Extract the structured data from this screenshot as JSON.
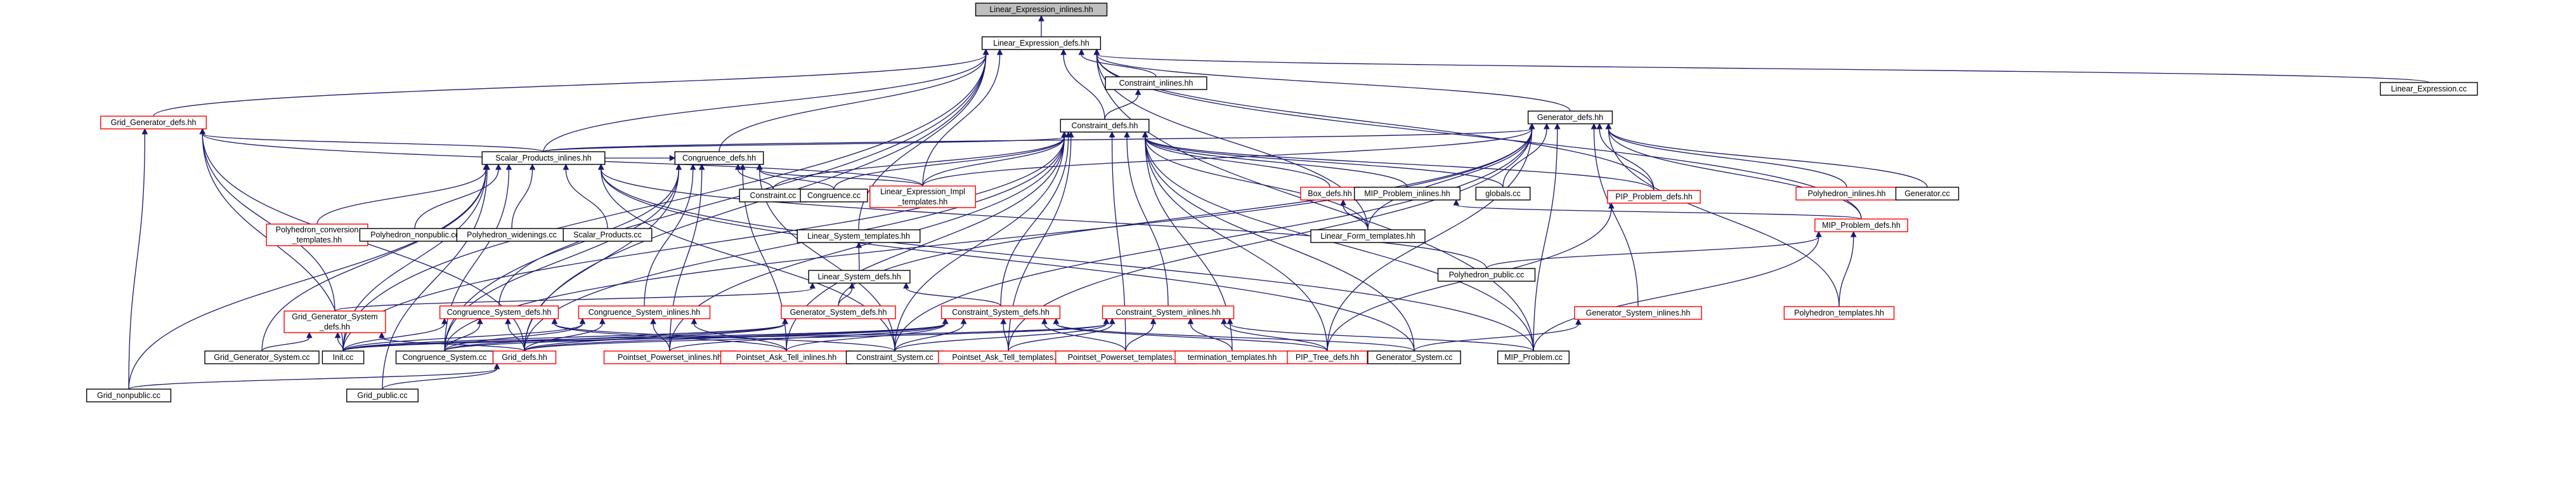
{
  "diagram": {
    "nodes": [
      {
        "id": "lei",
        "label": "Linear_Expression_inlines.hh",
        "style": "root"
      },
      {
        "id": "led",
        "label": "Linear_Expression_defs.hh",
        "style": "black"
      },
      {
        "id": "lecc",
        "label": "Linear_Expression.cc",
        "style": "black"
      },
      {
        "id": "ci",
        "label": "Constraint_inlines.hh",
        "style": "black"
      },
      {
        "id": "ggd",
        "label": "Grid_Generator_defs.hh",
        "style": "red"
      },
      {
        "id": "cgd",
        "label": "Congruence_defs.hh",
        "style": "black"
      },
      {
        "id": "cd",
        "label": "Constraint_defs.hh",
        "style": "black"
      },
      {
        "id": "gd",
        "label": "Generator_defs.hh",
        "style": "black"
      },
      {
        "id": "spi",
        "label": "Scalar_Products_inlines.hh",
        "style": "black"
      },
      {
        "id": "ccc",
        "label": "Constraint.cc",
        "style": "black"
      },
      {
        "id": "cgcc",
        "label": "Congruence.cc",
        "style": "black"
      },
      {
        "id": "leit",
        "label": "Linear_Expression_Impl\n_templates.hh",
        "style": "red"
      },
      {
        "id": "boxd",
        "label": "Box_defs.hh",
        "style": "red"
      },
      {
        "id": "mipi",
        "label": "MIP_Problem_inlines.hh",
        "style": "black"
      },
      {
        "id": "glob",
        "label": "globals.cc",
        "style": "black"
      },
      {
        "id": "pipd",
        "label": "PIP_Problem_defs.hh",
        "style": "red"
      },
      {
        "id": "phi",
        "label": "Polyhedron_inlines.hh",
        "style": "red"
      },
      {
        "id": "gencc",
        "label": "Generator.cc",
        "style": "black"
      },
      {
        "id": "pct",
        "label": "Polyhedron_conversion\n_templates.hh",
        "style": "red"
      },
      {
        "id": "phnp",
        "label": "Polyhedron_nonpublic.cc",
        "style": "black"
      },
      {
        "id": "phw",
        "label": "Polyhedron_widenings.cc",
        "style": "black"
      },
      {
        "id": "spcc",
        "label": "Scalar_Products.cc",
        "style": "black"
      },
      {
        "id": "lst",
        "label": "Linear_System_templates.hh",
        "style": "black"
      },
      {
        "id": "lft",
        "label": "Linear_Form_templates.hh",
        "style": "black"
      },
      {
        "id": "mipd",
        "label": "MIP_Problem_defs.hh",
        "style": "red"
      },
      {
        "id": "lsd",
        "label": "Linear_System_defs.hh",
        "style": "black"
      },
      {
        "id": "php",
        "label": "Polyhedron_public.cc",
        "style": "black"
      },
      {
        "id": "gsi",
        "label": "Generator_System_inlines.hh",
        "style": "red"
      },
      {
        "id": "pht",
        "label": "Polyhedron_templates.hh",
        "style": "red"
      },
      {
        "id": "ggsd",
        "label": "Grid_Generator_System\n_defs.hh",
        "style": "red"
      },
      {
        "id": "cgsd",
        "label": "Congruence_System_defs.hh",
        "style": "red"
      },
      {
        "id": "cgsi",
        "label": "Congruence_System_inlines.hh",
        "style": "red"
      },
      {
        "id": "gsd",
        "label": "Generator_System_defs.hh",
        "style": "red"
      },
      {
        "id": "csd",
        "label": "Constraint_System_defs.hh",
        "style": "red"
      },
      {
        "id": "csi",
        "label": "Constraint_System_inlines.hh",
        "style": "red"
      },
      {
        "id": "ggscc",
        "label": "Grid_Generator_System.cc",
        "style": "black"
      },
      {
        "id": "initcc",
        "label": "Init.cc",
        "style": "black"
      },
      {
        "id": "cgscc",
        "label": "Congruence_System.cc",
        "style": "black"
      },
      {
        "id": "gridd",
        "label": "Grid_defs.hh",
        "style": "red"
      },
      {
        "id": "ppi",
        "label": "Pointset_Powerset_inlines.hh",
        "style": "red"
      },
      {
        "id": "pati",
        "label": "Pointset_Ask_Tell_inlines.hh",
        "style": "red"
      },
      {
        "id": "cscc",
        "label": "Constraint_System.cc",
        "style": "black"
      },
      {
        "id": "patt",
        "label": "Pointset_Ask_Tell_templates.hh",
        "style": "red"
      },
      {
        "id": "ppt",
        "label": "Pointset_Powerset_templates.hh",
        "style": "red"
      },
      {
        "id": "termt",
        "label": "termination_templates.hh",
        "style": "red"
      },
      {
        "id": "ptd",
        "label": "PIP_Tree_defs.hh",
        "style": "red"
      },
      {
        "id": "gscc",
        "label": "Generator_System.cc",
        "style": "black"
      },
      {
        "id": "mipcc",
        "label": "MIP_Problem.cc",
        "style": "black"
      },
      {
        "id": "gridnp",
        "label": "Grid_nonpublic.cc",
        "style": "black"
      },
      {
        "id": "gridp",
        "label": "Grid_public.cc",
        "style": "black"
      }
    ],
    "edges": [
      [
        "led",
        "lei"
      ],
      [
        "ci",
        "led"
      ],
      [
        "ggd",
        "led"
      ],
      [
        "cgd",
        "led"
      ],
      [
        "cd",
        "led"
      ],
      [
        "gd",
        "led"
      ],
      [
        "spi",
        "led"
      ],
      [
        "lecc",
        "led"
      ],
      [
        "initcc",
        "led"
      ],
      [
        "leit",
        "led"
      ],
      [
        "pipd",
        "led"
      ],
      [
        "mipd",
        "led"
      ],
      [
        "mipcc",
        "led"
      ],
      [
        "lft",
        "led"
      ],
      [
        "cgscc",
        "led"
      ],
      [
        "gridd",
        "led"
      ],
      [
        "lst",
        "led"
      ],
      [
        "cd",
        "ci"
      ],
      [
        "spi",
        "ggd"
      ],
      [
        "ggsd",
        "ggd"
      ],
      [
        "gridnp",
        "ggd"
      ],
      [
        "initcc",
        "ggd"
      ],
      [
        "gridd",
        "ggd"
      ],
      [
        "leit",
        "ggd"
      ],
      [
        "spi",
        "cgd"
      ],
      [
        "ccc",
        "cgd"
      ],
      [
        "cgcc",
        "cgd"
      ],
      [
        "leit",
        "cgd"
      ],
      [
        "cgsd",
        "cgd"
      ],
      [
        "cgsi",
        "cgd"
      ],
      [
        "gridd",
        "cgd"
      ],
      [
        "pati",
        "cgd"
      ],
      [
        "cscc",
        "cgd"
      ],
      [
        "ppi",
        "cgd"
      ],
      [
        "cgscc",
        "cgd"
      ],
      [
        "spi",
        "cd"
      ],
      [
        "ccc",
        "cd"
      ],
      [
        "cgcc",
        "cd"
      ],
      [
        "leit",
        "cd"
      ],
      [
        "boxd",
        "cd"
      ],
      [
        "mipi",
        "cd"
      ],
      [
        "glob",
        "cd"
      ],
      [
        "pipd",
        "cd"
      ],
      [
        "csd",
        "cd"
      ],
      [
        "csi",
        "cd"
      ],
      [
        "initcc",
        "cd"
      ],
      [
        "lft",
        "cd"
      ],
      [
        "ppi",
        "cd"
      ],
      [
        "pati",
        "cd"
      ],
      [
        "patt",
        "cd"
      ],
      [
        "ppt",
        "cd"
      ],
      [
        "termt",
        "cd"
      ],
      [
        "ptd",
        "cd"
      ],
      [
        "mipcc",
        "cd"
      ],
      [
        "gscc",
        "cd"
      ],
      [
        "gridd",
        "cd"
      ],
      [
        "cscc",
        "cd"
      ],
      [
        "spi",
        "gd"
      ],
      [
        "glob",
        "gd"
      ],
      [
        "pipd",
        "gd"
      ],
      [
        "phi",
        "gd"
      ],
      [
        "gencc",
        "gd"
      ],
      [
        "mipd",
        "gd"
      ],
      [
        "gsd",
        "gd"
      ],
      [
        "gsi",
        "gd"
      ],
      [
        "pht",
        "gd"
      ],
      [
        "lft",
        "gd"
      ],
      [
        "leit",
        "gd"
      ],
      [
        "cgscc",
        "gd"
      ],
      [
        "mipcc",
        "gd"
      ],
      [
        "patt",
        "gd"
      ],
      [
        "ptd",
        "gd"
      ],
      [
        "cscc",
        "gd"
      ],
      [
        "pct",
        "spi"
      ],
      [
        "phnp",
        "spi"
      ],
      [
        "phw",
        "spi"
      ],
      [
        "spcc",
        "spi"
      ],
      [
        "php",
        "spi"
      ],
      [
        "gridnp",
        "spi"
      ],
      [
        "gridp",
        "spi"
      ],
      [
        "ggscc",
        "spi"
      ],
      [
        "cgscc",
        "spi"
      ],
      [
        "gscc",
        "spi"
      ],
      [
        "cscc",
        "spi"
      ],
      [
        "mipcc",
        "spi"
      ],
      [
        "initcc",
        "spi"
      ],
      [
        "lsd",
        "lst"
      ],
      [
        "lft",
        "boxd"
      ],
      [
        "mipd",
        "mipi"
      ],
      [
        "ptd",
        "pipd"
      ],
      [
        "php",
        "mipd"
      ],
      [
        "pht",
        "mipd"
      ],
      [
        "mipcc",
        "mipd"
      ],
      [
        "ggsd",
        "lsd"
      ],
      [
        "gsd",
        "lsd"
      ],
      [
        "csd",
        "lsd"
      ],
      [
        "gscc",
        "gsi"
      ],
      [
        "ggscc",
        "ggsd"
      ],
      [
        "initcc",
        "ggsd"
      ],
      [
        "gridd",
        "ggsd"
      ],
      [
        "initcc",
        "cgsd"
      ],
      [
        "cgscc",
        "cgsd"
      ],
      [
        "gridd",
        "cgsd"
      ],
      [
        "cscc",
        "cgsd"
      ],
      [
        "pati",
        "cgsd"
      ],
      [
        "initcc",
        "cgsi"
      ],
      [
        "cgscc",
        "cgsi"
      ],
      [
        "gridd",
        "cgsi"
      ],
      [
        "ppi",
        "cgsi"
      ],
      [
        "pati",
        "cgsi"
      ],
      [
        "initcc",
        "gsd"
      ],
      [
        "gridd",
        "gsd"
      ],
      [
        "cgscc",
        "gsd"
      ],
      [
        "initcc",
        "csd"
      ],
      [
        "cgscc",
        "csd"
      ],
      [
        "gridd",
        "csd"
      ],
      [
        "ppi",
        "csd"
      ],
      [
        "pati",
        "csd"
      ],
      [
        "cscc",
        "csd"
      ],
      [
        "patt",
        "csd"
      ],
      [
        "ppt",
        "csd"
      ],
      [
        "ptd",
        "csd"
      ],
      [
        "gscc",
        "csd"
      ],
      [
        "initcc",
        "csi"
      ],
      [
        "gridd",
        "csi"
      ],
      [
        "cscc",
        "csi"
      ],
      [
        "patt",
        "csi"
      ],
      [
        "ppt",
        "csi"
      ],
      [
        "termt",
        "csi"
      ],
      [
        "ptd",
        "csi"
      ],
      [
        "mipcc",
        "csi"
      ],
      [
        "gridnp",
        "gridd"
      ],
      [
        "gridp",
        "gridd"
      ]
    ]
  }
}
